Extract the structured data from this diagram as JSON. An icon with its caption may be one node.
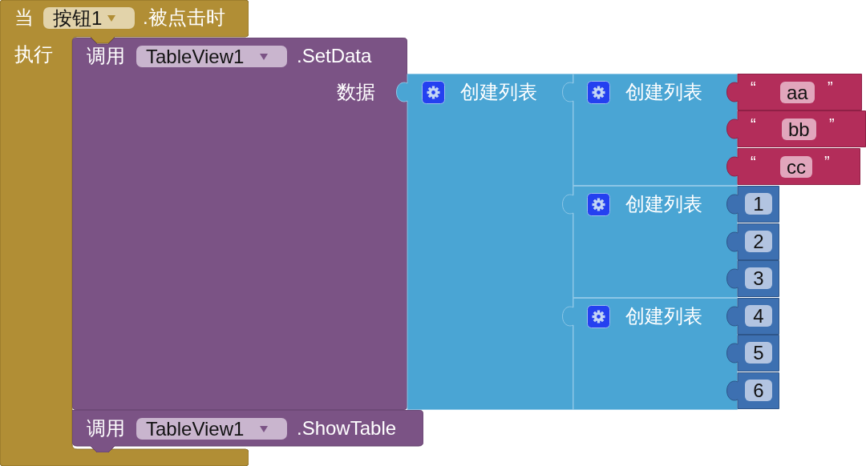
{
  "diagram": {
    "nodes": [
      {
        "text": [
          "当",
          "按钮1",
          ".被点击时",
          "执行"
        ]
      },
      {
        "text": [
          "调用",
          "TableView1",
          ".SetData",
          "数据"
        ]
      },
      {
        "text": [
          "创建列表"
        ]
      },
      {
        "text": [
          "创建列表"
        ]
      },
      {
        "text": [
          "“",
          "aa",
          "”"
        ]
      },
      {
        "text": [
          "“",
          "bb",
          "”"
        ]
      },
      {
        "text": [
          "“",
          "cc",
          "”"
        ]
      },
      {
        "text": [
          "创建列表"
        ]
      },
      {
        "text": [
          "1"
        ]
      },
      {
        "text": [
          "2"
        ]
      },
      {
        "text": [
          "3"
        ]
      },
      {
        "text": [
          "创建列表"
        ]
      },
      {
        "text": [
          "4"
        ]
      },
      {
        "text": [
          "5"
        ]
      },
      {
        "text": [
          "6"
        ]
      },
      {
        "text": [
          "调用",
          "TableView1",
          ".ShowTable"
        ]
      }
    ]
  }
}
